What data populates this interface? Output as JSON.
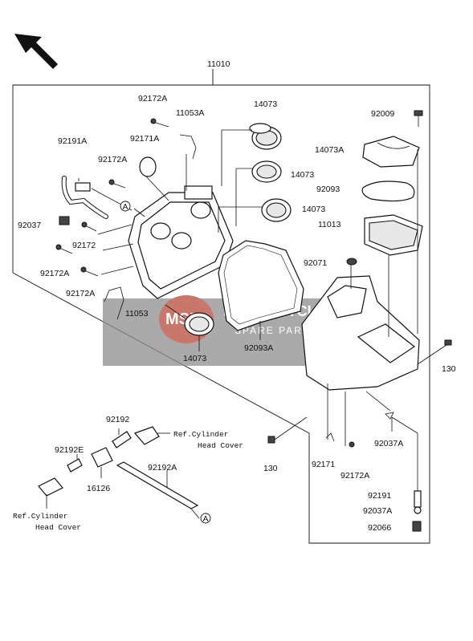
{
  "labels": {
    "assembly": "11010",
    "clamp_screw_top": "92172A",
    "bracket_top": "11053A",
    "duct_top": "14073",
    "bolt_cover": "92009",
    "clamp_large": "92171A",
    "hose_breather": "92191A",
    "clamp_screw_left": "92172A",
    "duct_mid": "14073",
    "cover_lid": "14073A",
    "gasket_element": "92093",
    "duct_lower": "14073",
    "element": "11013",
    "clip_left": "92037",
    "screw_92172": "92172",
    "grommet": "92071",
    "screw_left_a": "92172A",
    "screw_left_b": "92172A",
    "bracket_lower": "11053",
    "gasket_housing": "92093A",
    "duct_bottom": "14073",
    "bolt_right": "130",
    "hose_92192": "92192",
    "ref_head_cover_right_1": "Ref.Cylinder",
    "ref_head_cover_right_2": "Head Cover",
    "clip_right": "92037A",
    "hose_92192E": "92192E",
    "bolt_bottom": "130",
    "clamp_92171": "92171",
    "valve": "16126",
    "hose_92192A": "92192A",
    "screw_right": "92172A",
    "hose_92191": "92191",
    "clip_92037A": "92037A",
    "ref_head_cover_left_1": "Ref.Cylinder",
    "ref_head_cover_left_2": "Head Cover",
    "cap_92066": "92066",
    "ref_a_top": "A",
    "ref_a_bottom": "A"
  },
  "watermark": {
    "title": "MOTORCYCLE",
    "subtitle": "SPARE PARTS",
    "badge": "MSP"
  },
  "colors": {
    "watermark_bg": "#8e8e8e",
    "badge": "#c0392b",
    "line": "#111111"
  }
}
